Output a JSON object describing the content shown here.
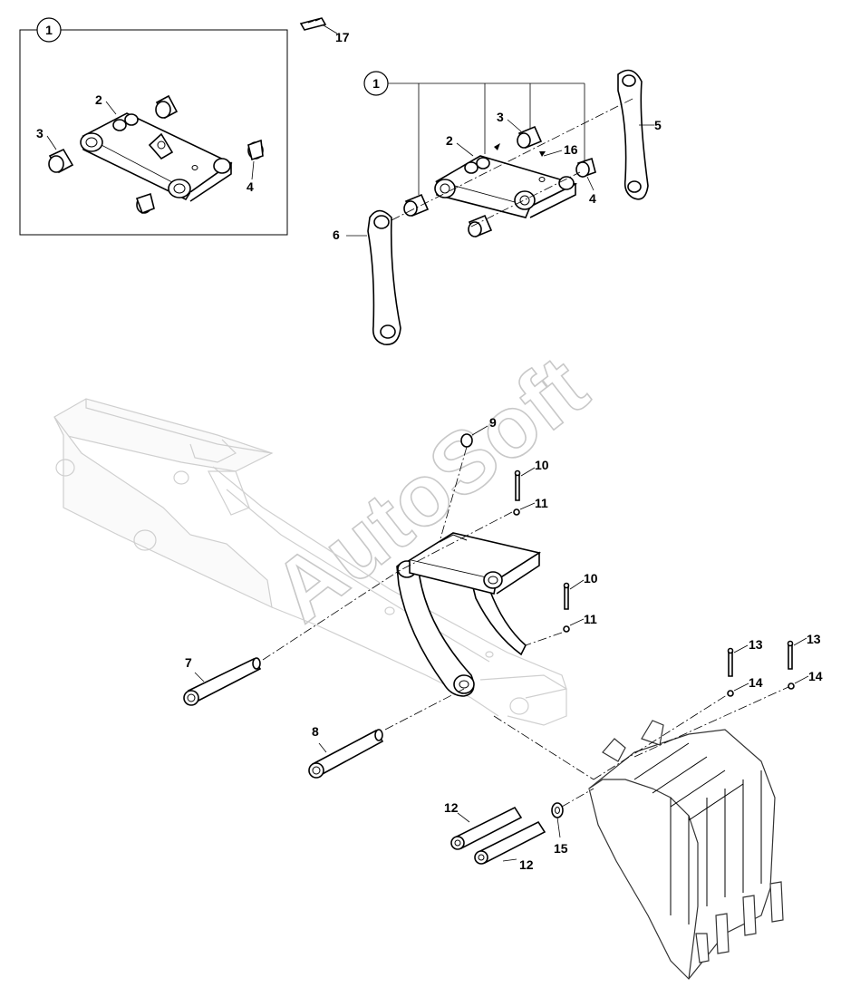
{
  "watermark": "AutoSoft",
  "callouts": {
    "n1": "1",
    "n2": "2",
    "n3": "3",
    "n4": "4",
    "n5": "5",
    "n6": "6",
    "n7": "7",
    "n8": "8",
    "n9": "9",
    "n10": "10",
    "n11": "11",
    "n12": "12",
    "n13": "13",
    "n14": "14",
    "n15": "15",
    "n16": "16",
    "n17": "17"
  }
}
